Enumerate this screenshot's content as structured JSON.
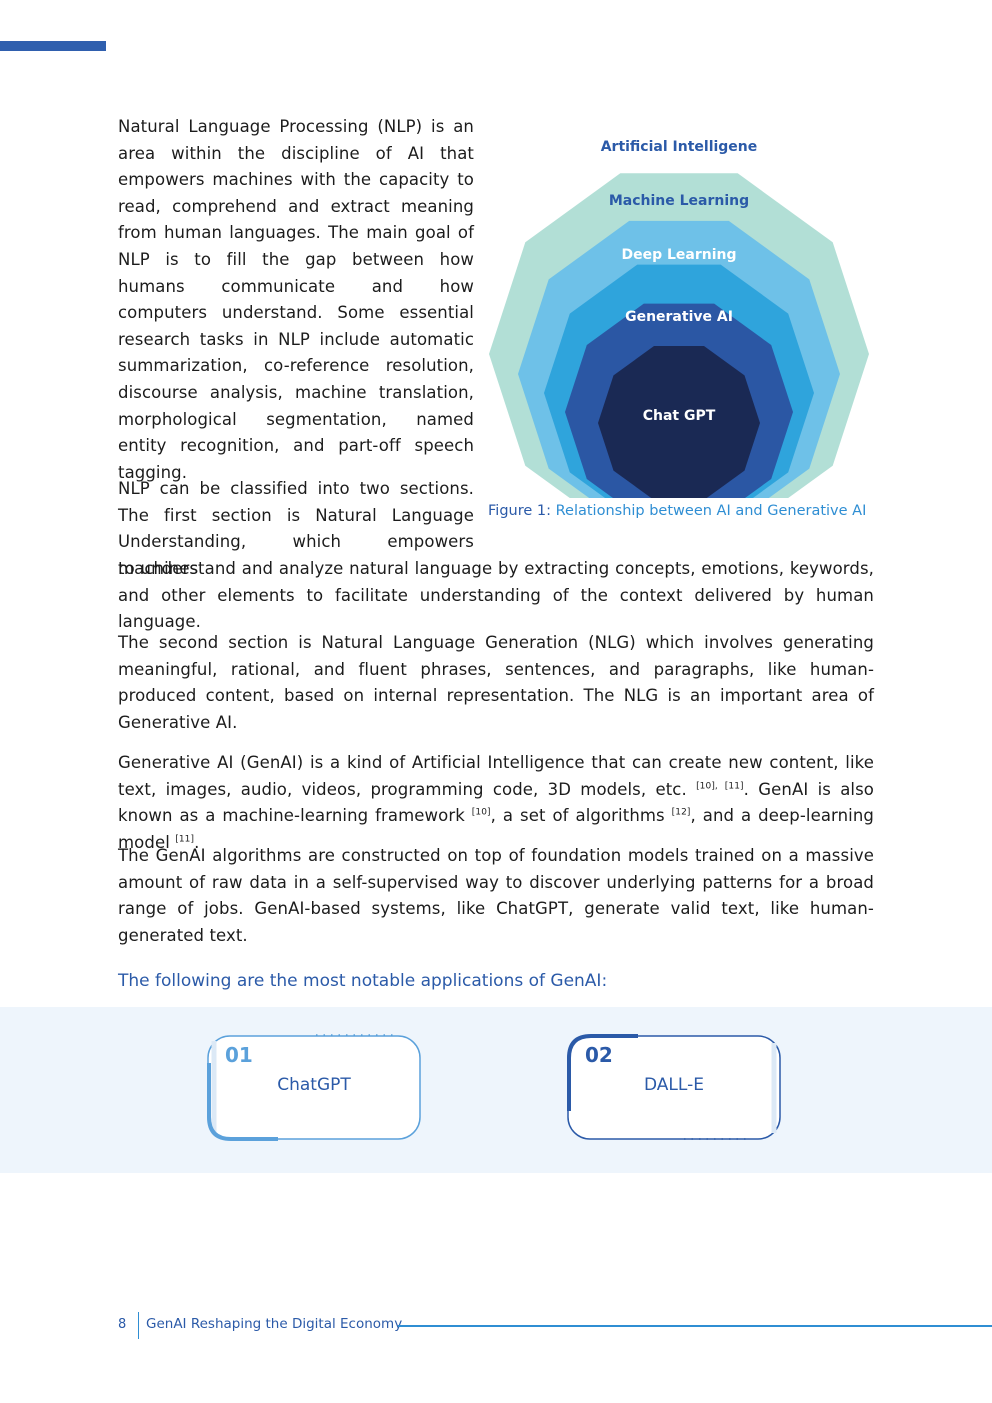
{
  "body": {
    "p1": "Natural Language Processing (NLP) is an area within the discipline of AI that empowers machines with the capacity to read, comprehend and extract meaning from human languages. The main goal of NLP is to fill the gap between how humans communicate and how computers understand. Some essential research tasks in NLP include automatic summarization, co-reference resolution, discourse analysis, machine translation, morphological segmentation, named entity recognition, and part-off speech tagging.",
    "p2_start": "NLP can be classified into two sections. The first section is Natural Language Understanding, which empowers machines",
    "p2_rest": "to understand and analyze natural language by extracting concepts, emotions, keywords, and other elements to facilitate understanding of the context delivered by human language.",
    "p3": "The second section is Natural Language Generation (NLG) which involves generating meaningful, rational, and fluent phrases, sentences, and paragraphs, like human-produced content, based on internal representation. The NLG is an important area of Generative  AI.",
    "p4": {
      "t1": "Generative AI (GenAI) is a kind of Artificial Intelligence that can create new content, like text, images, audio, videos, programming code, 3D models, etc. ",
      "ref1": "[10], [11]",
      "t2": ". GenAI is also known as a machine-learning framework ",
      "ref2": "[10]",
      "t3": ", a set of algorithms ",
      "ref3": "[12]",
      "t4": ", and a deep-learning model ",
      "ref4": "[11]",
      "t5": "."
    },
    "p5": "The GenAI algorithms are constructed on top of foundation models trained on a massive amount of raw data in a self-supervised way to discover underlying patterns for a broad range of jobs. GenAI-based systems, like ChatGPT, generate valid text, like human-generated text."
  },
  "figure": {
    "layers": [
      {
        "label": "Artificial Intelligene",
        "fill": "#b2dfd6",
        "text_color": "#2b5aa8"
      },
      {
        "label": "Machine Learning",
        "fill": "#6ec1e8",
        "text_color": "#2b5aa8"
      },
      {
        "label": "Deep Learning",
        "fill": "#2fa4dc",
        "text_color": "#ffffff"
      },
      {
        "label": "Generative AI",
        "fill": "#2b57a4",
        "text_color": "#ffffff"
      },
      {
        "label": "Chat GPT",
        "fill": "#1a2954",
        "text_color": "#ffffff"
      }
    ],
    "caption_number": "Figure 1:",
    "caption_text": " Relationship between AI and Generative AI"
  },
  "applications": {
    "heading": "The following are the most notable applications of GenAI:",
    "items": [
      {
        "number": "01",
        "title": "ChatGPT"
      },
      {
        "number": "02",
        "title": "DALL-E"
      }
    ]
  },
  "footer": {
    "page_number": "8",
    "title": "GenAI Reshaping the Digital Economy"
  },
  "colors": {
    "accent_dark": "#2b5aa8",
    "accent_light": "#2f8ed3",
    "band_background": "#eef5fc"
  }
}
